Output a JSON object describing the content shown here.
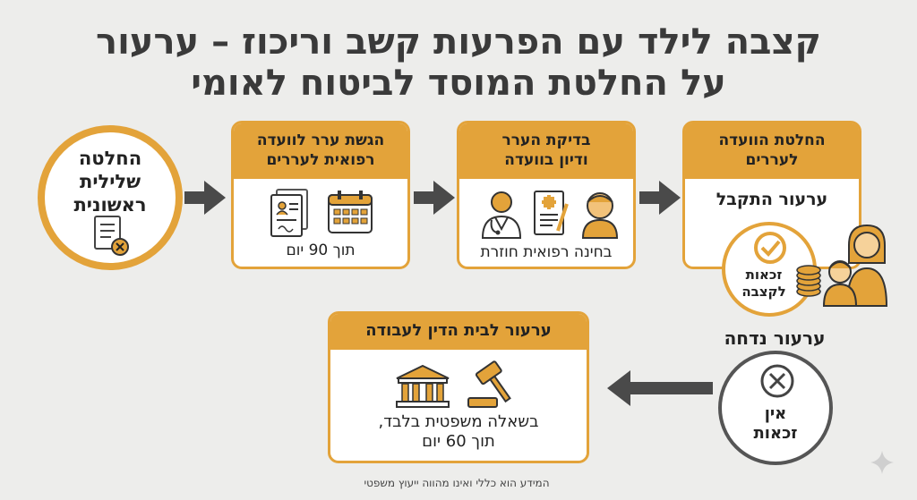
{
  "title": {
    "line1": "קצבה לילד עם הפרעות קשב וריכוז – ערעור",
    "line2": "על החלטת המוסד לביטוח לאומי"
  },
  "start": {
    "line1": "החלטה",
    "line2": "שלילית",
    "line3": "ראשונית",
    "icon": "rejected-document-icon"
  },
  "step1": {
    "head1": "הגשת ערר לוועדה",
    "head2": "רפואית לעררים",
    "sub": "תוך 90 יום",
    "icons": [
      "documents-icon",
      "calendar-icon"
    ]
  },
  "step2": {
    "head1": "בדיקת הערר",
    "head2": "ודיון בוועדה",
    "sub": "בחינה רפואית חוזרת",
    "icons": [
      "doctor-icon",
      "medical-form-icon",
      "child-icon"
    ]
  },
  "step3": {
    "head1": "החלטת הוועדה",
    "head2": "לעררים",
    "accepted": "ערעור התקבל",
    "benefit_line1": "זכאות",
    "benefit_line2": "לקצבה",
    "icons": [
      "checkmark-icon",
      "coins-icon",
      "parent-child-icon"
    ]
  },
  "rejected": {
    "label": "ערעור נדחה",
    "line1": "אין",
    "line2": "זכאות",
    "icon": "x-circle-icon"
  },
  "step4": {
    "head": "ערעור לבית הדין לעבודה",
    "sub1": "בשאלה משפטית בלבד,",
    "sub2": "תוך 60 יום",
    "icons": [
      "court-icon",
      "gavel-icon"
    ]
  },
  "footer": "המידע הוא כללי ואינו מהווה ייעוץ משפטי",
  "colors": {
    "accent": "#e3a33a",
    "arrow": "#4a4a4a",
    "background": "#ededeb"
  }
}
